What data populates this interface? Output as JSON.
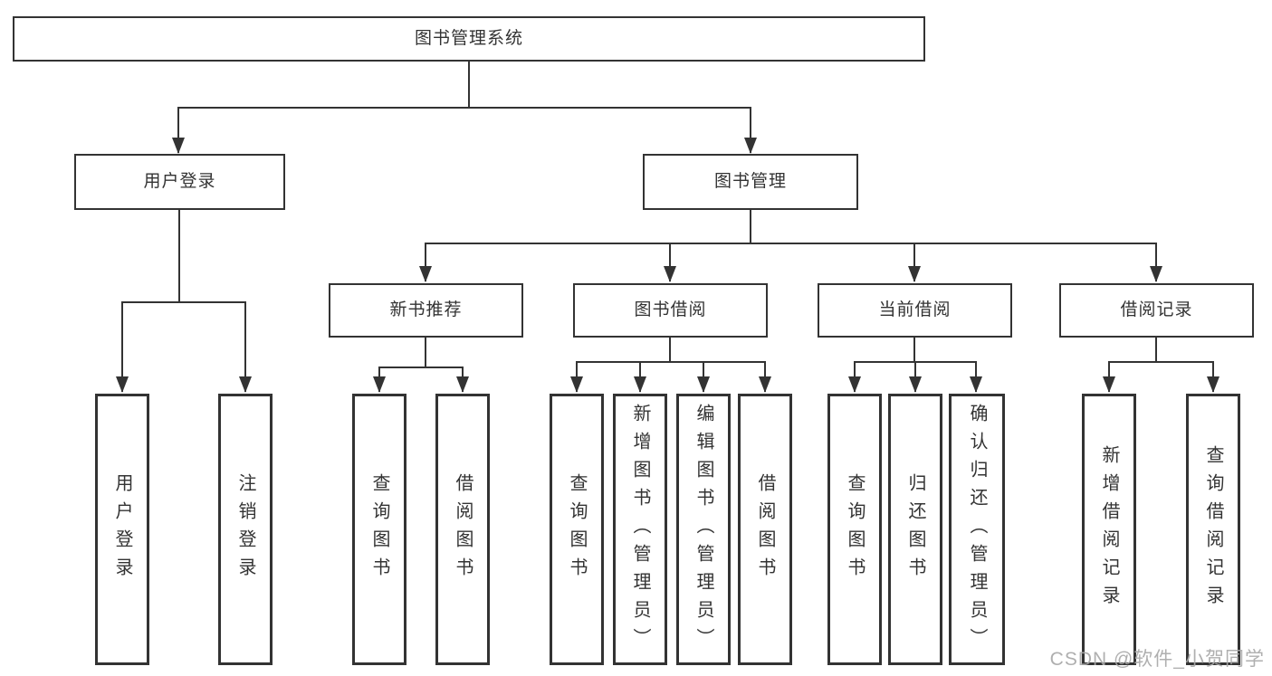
{
  "title": {
    "root": "图书管理系统"
  },
  "branches": {
    "user_login": {
      "label": "用户登录",
      "children": [
        "用户登录",
        "注销登录"
      ]
    },
    "book_mgmt": {
      "label": "图书管理",
      "modules": {
        "new_books": {
          "label": "新书推荐",
          "children": [
            "查询图书",
            "借阅图书"
          ]
        },
        "borrowing": {
          "label": "图书借阅",
          "children": [
            "查询图书",
            "新增图书（管理员）",
            "编辑图书（管理员）",
            "借阅图书"
          ]
        },
        "current": {
          "label": "当前借阅",
          "children": [
            "查询图书",
            "归还图书",
            "确认归还（管理员）"
          ]
        },
        "records": {
          "label": "借阅记录",
          "children": [
            "新增借阅记录",
            "查询借阅记录"
          ]
        }
      }
    }
  },
  "watermark": {
    "text": "CSDN @软件_小贺同学"
  },
  "colors": {
    "line": "#333333",
    "box_border": "#333333",
    "text": "#333333",
    "watermark": "#a8a8a8",
    "background": "#ffffff"
  }
}
